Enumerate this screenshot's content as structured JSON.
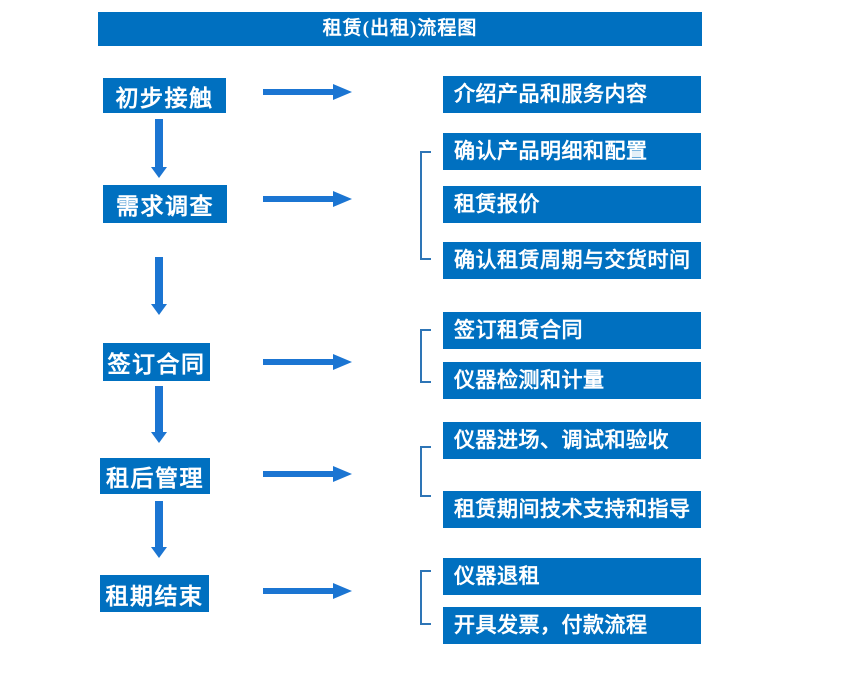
{
  "title": "租赁(出租)流程图",
  "colors": {
    "box_blue": "#0070C0",
    "arrow_blue": "#1B75D2",
    "bracket_blue": "#2E75B6",
    "text_white": "#FFFFFF",
    "background": "#FFFFFF"
  },
  "steps": [
    {
      "label": "初步接触"
    },
    {
      "label": "需求调查"
    },
    {
      "label": "签订合同"
    },
    {
      "label": "租后管理"
    },
    {
      "label": "租期结束"
    }
  ],
  "details": [
    {
      "label": "介绍产品和服务内容"
    },
    {
      "label": "确认产品明细和配置"
    },
    {
      "label": "租赁报价"
    },
    {
      "label": "确认租赁周期与交货时间"
    },
    {
      "label": "签订租赁合同"
    },
    {
      "label": "仪器检测和计量"
    },
    {
      "label": "仪器进场、调试和验收"
    },
    {
      "label": "租赁期间技术支持和指导"
    },
    {
      "label": "仪器退租"
    },
    {
      "label": "开具发票，付款流程"
    }
  ]
}
